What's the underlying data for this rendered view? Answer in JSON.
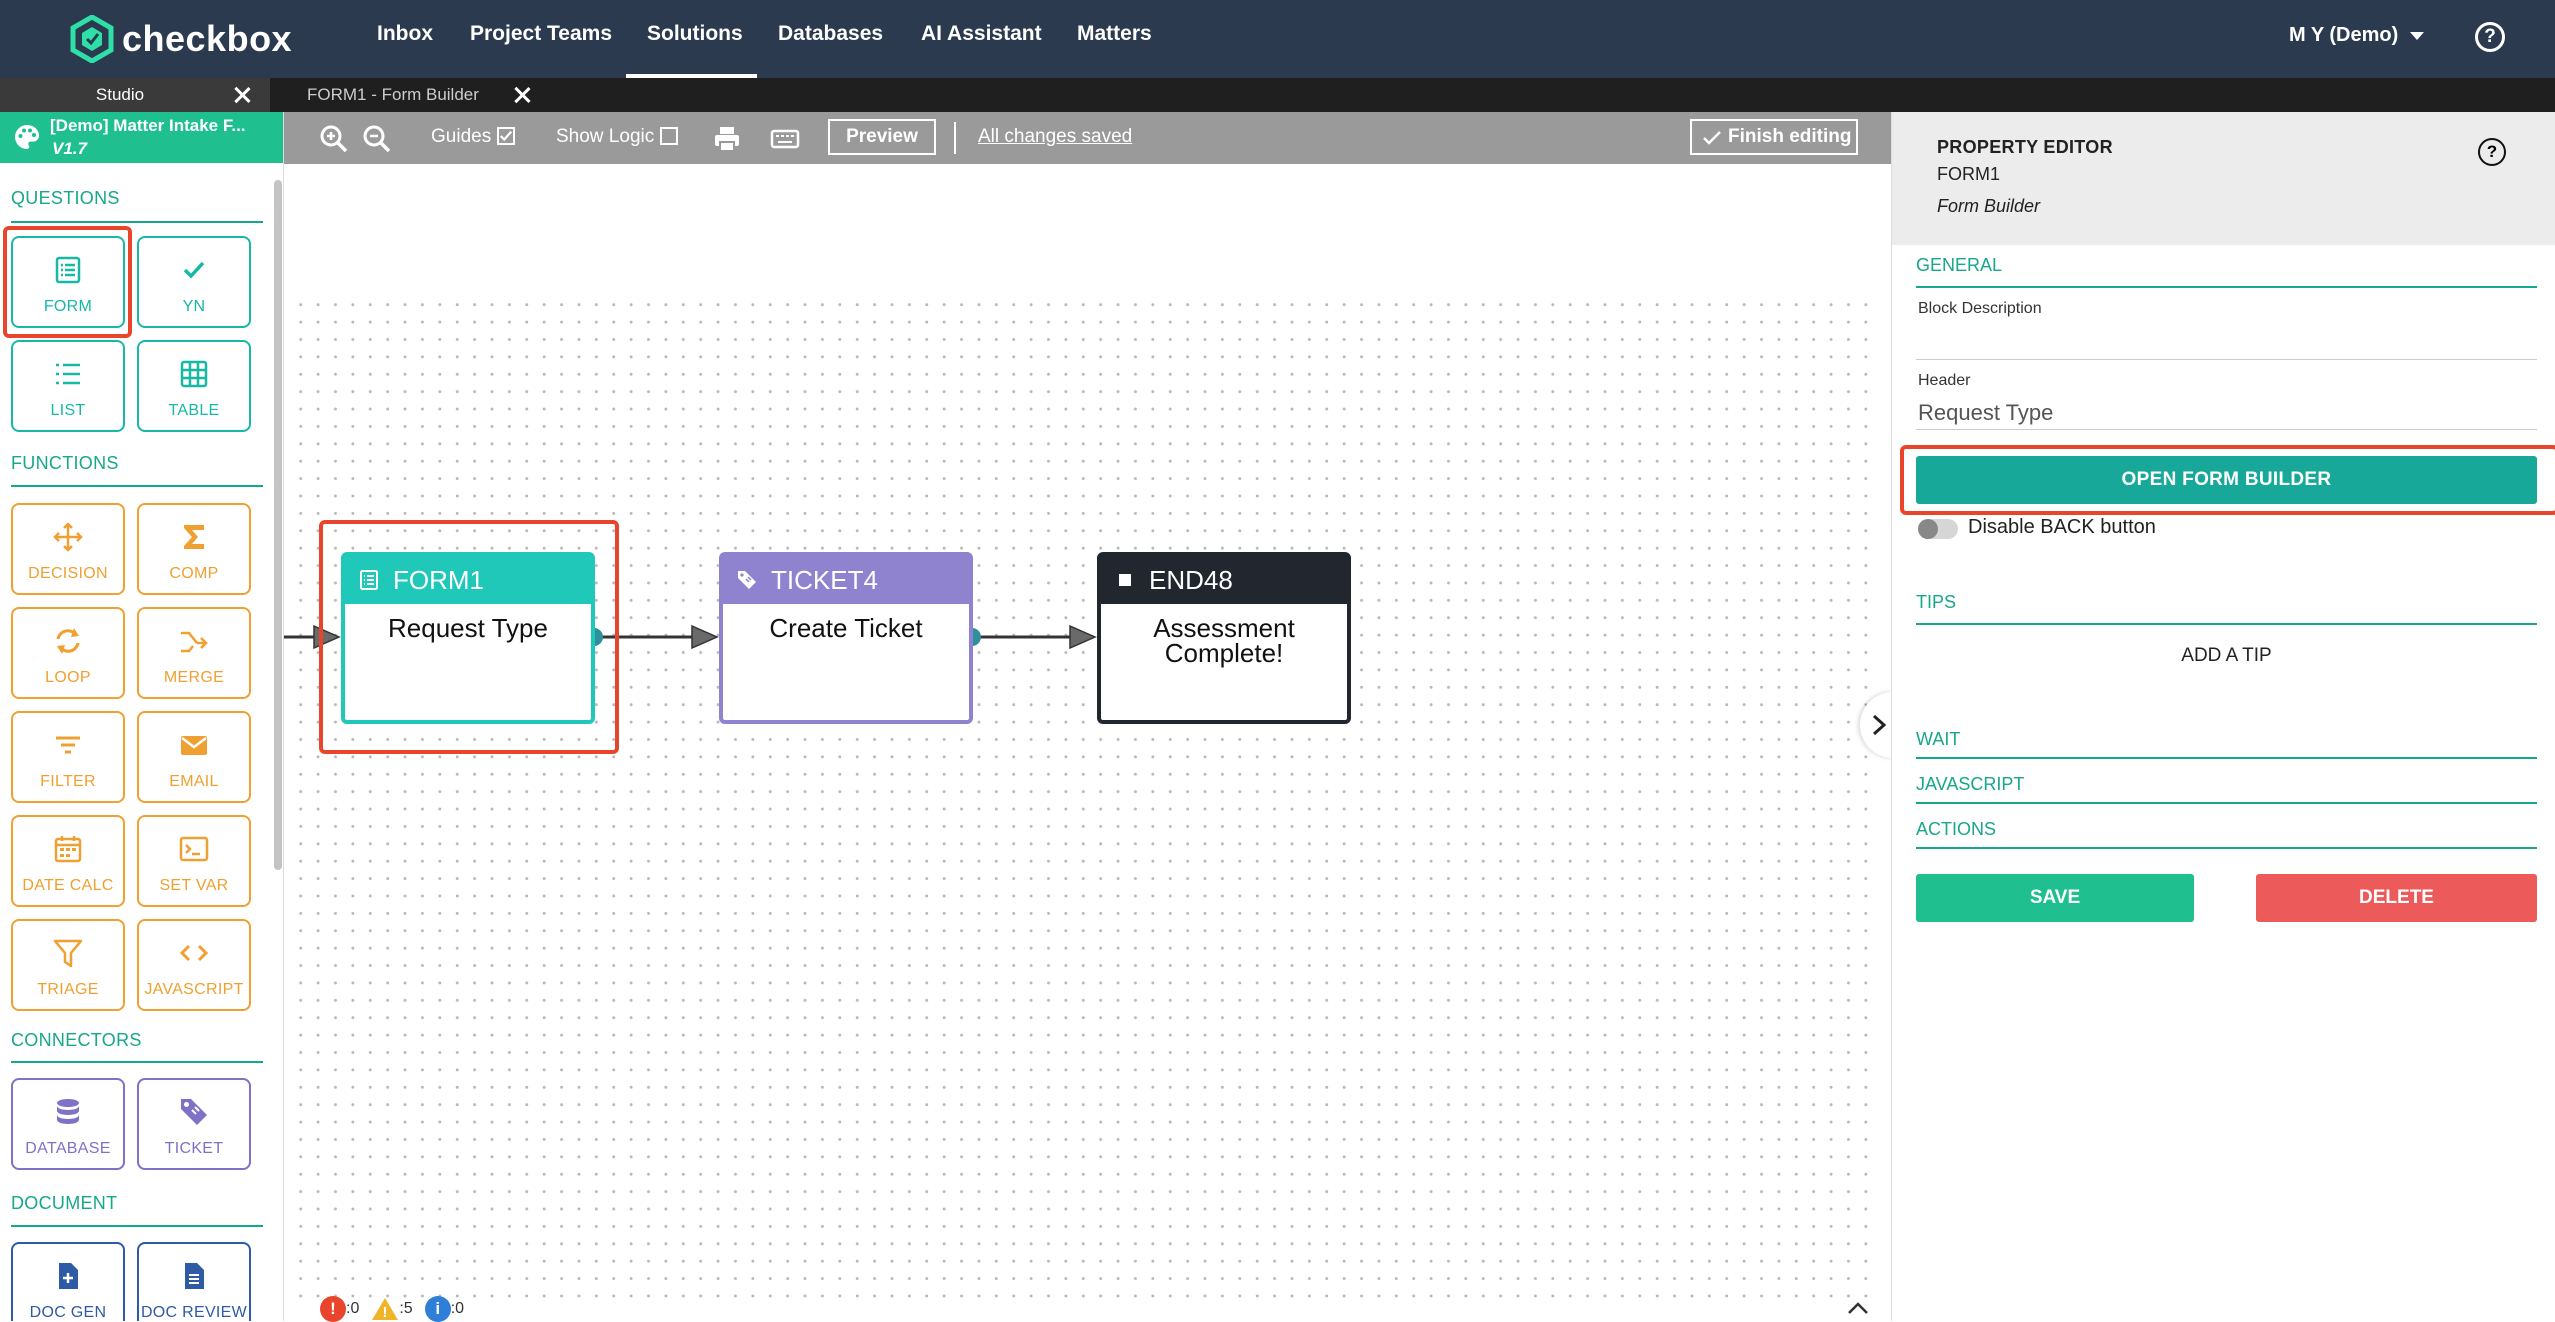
{
  "nav": {
    "logo_text": "checkbox",
    "items": [
      "Inbox",
      "Project Teams",
      "Solutions",
      "Databases",
      "AI Assistant",
      "Matters"
    ],
    "active_item": "Solutions",
    "user": "M Y (Demo)",
    "help_glyph": "?"
  },
  "tabs": [
    {
      "label": "Studio"
    },
    {
      "label": "FORM1 - Form Builder"
    }
  ],
  "solution": {
    "name": "[Demo] Matter Intake F...",
    "version": "V1.7"
  },
  "palette": {
    "questions_title": "QUESTIONS",
    "questions": [
      {
        "label": "FORM",
        "icon": "form-icon"
      },
      {
        "label": "YN",
        "icon": "check-icon"
      },
      {
        "label": "LIST",
        "icon": "list-icon"
      },
      {
        "label": "TABLE",
        "icon": "table-icon"
      }
    ],
    "functions_title": "FUNCTIONS",
    "functions": [
      {
        "label": "DECISION",
        "icon": "decision-icon"
      },
      {
        "label": "COMP",
        "icon": "sigma-icon"
      },
      {
        "label": "LOOP",
        "icon": "loop-icon"
      },
      {
        "label": "MERGE",
        "icon": "merge-icon"
      },
      {
        "label": "FILTER",
        "icon": "filter-icon"
      },
      {
        "label": "EMAIL",
        "icon": "email-icon"
      },
      {
        "label": "DATE CALC",
        "icon": "calendar-icon"
      },
      {
        "label": "SET VAR",
        "icon": "terminal-icon"
      },
      {
        "label": "TRIAGE",
        "icon": "funnel-icon"
      },
      {
        "label": "JAVASCRIPT",
        "icon": "code-icon"
      }
    ],
    "connectors_title": "CONNECTORS",
    "connectors": [
      {
        "label": "DATABASE",
        "icon": "database-icon"
      },
      {
        "label": "TICKET",
        "icon": "ticket-icon"
      }
    ],
    "document_title": "DOCUMENT",
    "document": [
      {
        "label": "DOC GEN",
        "icon": "doc-add-icon"
      },
      {
        "label": "DOC REVIEW",
        "icon": "doc-icon"
      }
    ]
  },
  "toolbar": {
    "guides_label": "Guides",
    "guides_checked": true,
    "show_logic_label": "Show Logic",
    "show_logic_checked": false,
    "preview_label": "Preview",
    "saved_label": "All changes saved",
    "finish_label": "Finish editing"
  },
  "flow": {
    "nodes": [
      {
        "id": "FORM1",
        "text": "Request Type",
        "kind": "form",
        "color": "#1fc8b8"
      },
      {
        "id": "TICKET4",
        "text": "Create Ticket",
        "kind": "ticket",
        "color": "#8f83d0"
      },
      {
        "id": "END48",
        "text": "Assessment Complete!",
        "kind": "end",
        "color": "#22272f"
      }
    ],
    "selected": "FORM1"
  },
  "status": {
    "errors": ":0",
    "warnings": ":5",
    "info": ":0"
  },
  "property_editor": {
    "title": "PROPERTY EDITOR",
    "block_name": "FORM1",
    "block_type": "Form Builder",
    "general_title": "GENERAL",
    "block_description_label": "Block Description",
    "block_description_value": "",
    "header_label": "Header",
    "header_value": "Request Type",
    "open_form_builder_label": "OPEN FORM BUILDER",
    "disable_back_label": "Disable BACK button",
    "disable_back_enabled": false,
    "tips_title": "TIPS",
    "add_tip_label": "ADD A TIP",
    "wait_title": "WAIT",
    "javascript_title": "JAVASCRIPT",
    "actions_title": "ACTIONS",
    "save_label": "SAVE",
    "delete_label": "DELETE"
  },
  "colors": {
    "topnav": "#2c3a4f",
    "accent": "#17a78b",
    "highlight": "#e8452c",
    "save": "#1fbf8f",
    "delete": "#ed5a5a"
  }
}
